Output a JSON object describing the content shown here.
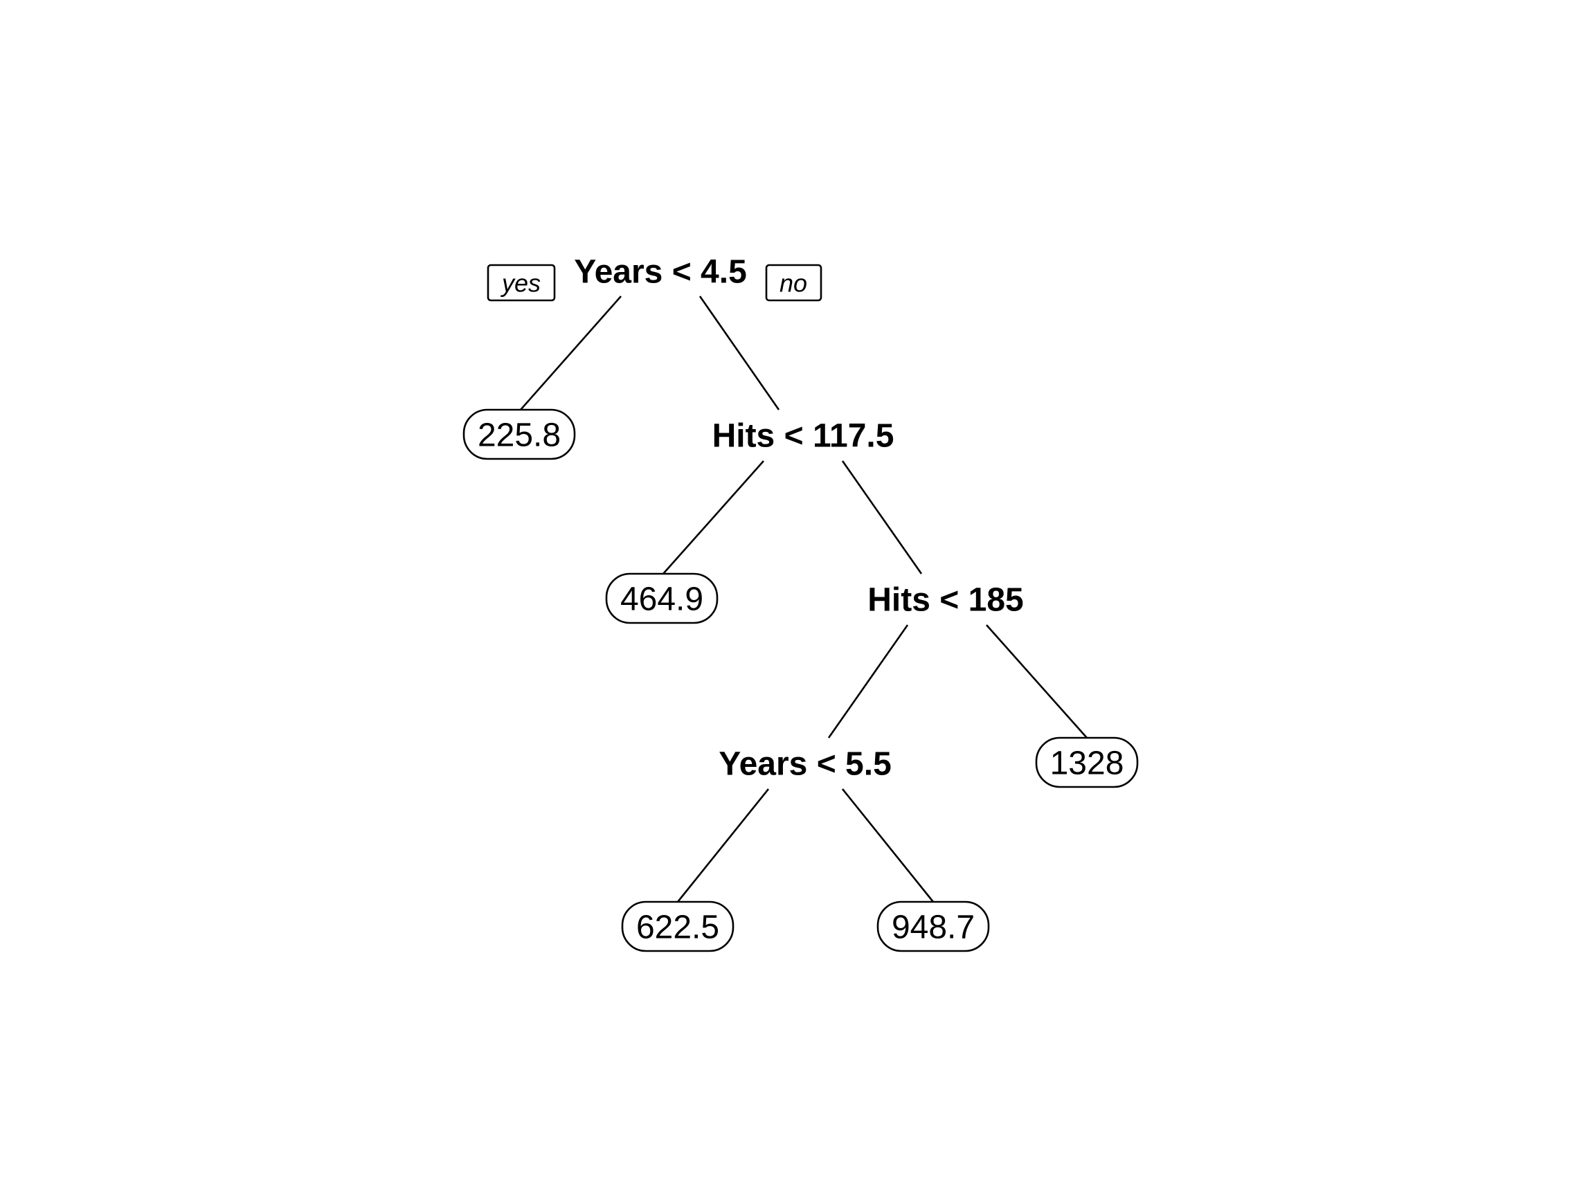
{
  "tree": {
    "branch_labels": {
      "left": "yes",
      "right": "no"
    },
    "root": {
      "id": "n1",
      "split": "Years < 4.5",
      "yes": {
        "id": "n2",
        "value": "225.8"
      },
      "no": {
        "id": "n3",
        "split": "Hits < 117.5",
        "yes": {
          "id": "n4",
          "value": "464.9"
        },
        "no": {
          "id": "n5",
          "split": "Hits < 185",
          "yes": {
            "id": "n6",
            "split": "Years < 5.5",
            "yes": {
              "id": "n7",
              "value": "622.5"
            },
            "no": {
              "id": "n8",
              "value": "948.7"
            }
          },
          "no": {
            "id": "n9",
            "value": "1328"
          }
        }
      }
    }
  }
}
